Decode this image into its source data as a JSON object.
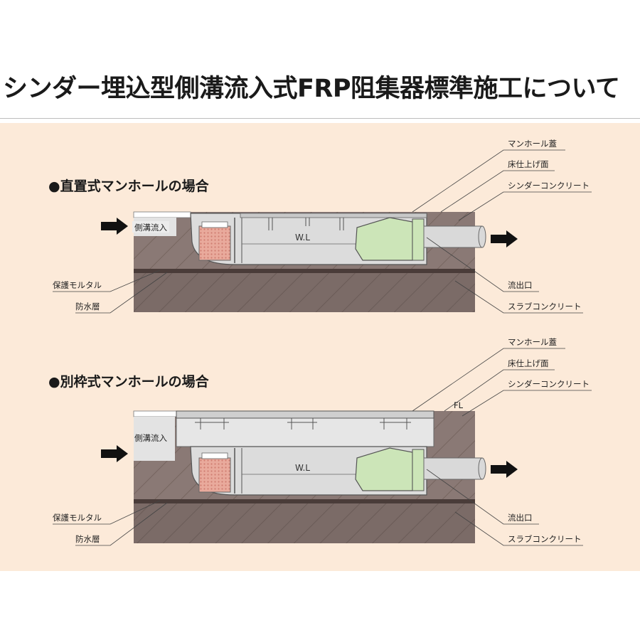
{
  "title": "シンダー埋込型側溝流入式FRP阻集器標準施工について",
  "sections": [
    {
      "heading": "●直置式マンホールの場合",
      "inflow_label": "側溝流入",
      "wl_label": "W.L",
      "labels_right": [
        "マンホール蓋",
        "床仕上げ面",
        "シンダーコンクリート",
        "流出口",
        "スラブコンクリート"
      ],
      "labels_left": [
        "保護モルタル",
        "防水層"
      ]
    },
    {
      "heading": "●別枠式マンホールの場合",
      "inflow_label": "側溝流入",
      "wl_label": "W.L",
      "fl_label": "FL",
      "labels_right": [
        "マンホール蓋",
        "床仕上げ面",
        "シンダーコンクリート",
        "流出口",
        "スラブコンクリート"
      ],
      "labels_left": [
        "保護モルタル",
        "防水層"
      ]
    }
  ],
  "colors": {
    "background": "#fcead9",
    "concrete": "#7a6a66",
    "tank": "#dcdcdc",
    "outlet_green": "#cce5b8",
    "basket_pink": "#e7a99e"
  }
}
